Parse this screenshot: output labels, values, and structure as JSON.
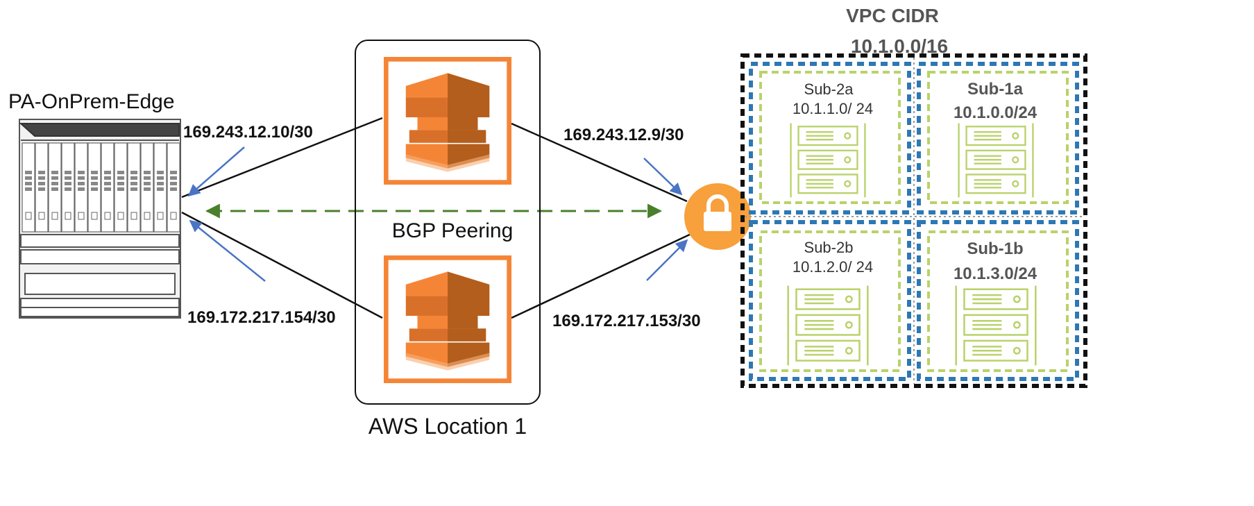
{
  "device": {
    "title": "PA-OnPrem-Edge"
  },
  "aws_location": {
    "label": "AWS Location 1",
    "icon": "aws-direct-connect-icon"
  },
  "links": {
    "top_left_ip": "169.243.12.10/30",
    "top_right_ip": "169.243.12.9/30",
    "bottom_left_ip": "169.172.217.154/30",
    "bottom_right_ip": "169.172.217.153/30",
    "peering_label": "BGP Peering"
  },
  "gateway": {
    "icon": "lock-icon"
  },
  "vpc": {
    "title": "VPC CIDR",
    "cidr": "10.1.0.0/16",
    "subnets": [
      {
        "name": "Sub-2a",
        "cidr": "10.1.1.0/ 24"
      },
      {
        "name": "Sub-1a",
        "cidr": "10.1.0.0/24"
      },
      {
        "name": "Sub-2b",
        "cidr": "10.1.2.0/ 24"
      },
      {
        "name": "Sub-1b",
        "cidr": "10.1.3.0/24"
      }
    ]
  },
  "colors": {
    "orange": "#F58536",
    "orange_dark": "#B35E1D",
    "green_dashed": "#4A7F2C",
    "blue_arrow": "#4A74C4",
    "subnet_green": "#B9D26A",
    "vpc_blue": "#2D78B4",
    "gateway_orange": "#F7A03C"
  }
}
